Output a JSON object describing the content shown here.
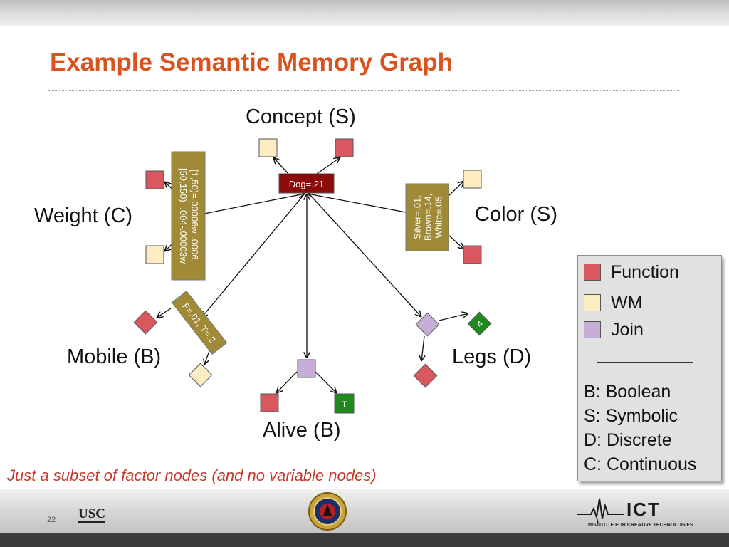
{
  "slide": {
    "title": "Example Semantic Memory Graph",
    "page_number": "22",
    "footnote": "Just a subset of factor nodes (and no variable nodes)"
  },
  "graph": {
    "center_node": "Dog=.21",
    "variables": {
      "concept": "Concept (S)",
      "weight": "Weight (C)",
      "color": "Color (S)",
      "mobile": "Mobile (B)",
      "alive": "Alive (B)",
      "legs": "Legs (D)"
    },
    "edge_labels": {
      "weight_line1": "[1,50)=.00006w-.0006,",
      "weight_line2": "[50,150)=.004-.00003w",
      "color_line1": "Silver=.01,",
      "color_line2": "Brown=.14,",
      "color_line3": "White=.05",
      "mobile": "F=.01, T=.2"
    },
    "value_nodes": {
      "alive_value": "T",
      "legs_value": "4"
    }
  },
  "legend": {
    "items": [
      {
        "label": "Function",
        "color": "#d9575e"
      },
      {
        "label": "WM",
        "color": "#fdebc2"
      },
      {
        "label": "Join",
        "color": "#c7aed6"
      }
    ],
    "definitions": [
      "B: Boolean",
      "S: Symbolic",
      "D: Discrete",
      "C: Continuous"
    ]
  },
  "colors": {
    "title": "#d9531e",
    "center_node": "#8b0a0a",
    "edge_label_box": "#a08a36",
    "value_node": "#1e8a1e",
    "footnote": "#c0392b"
  },
  "logos": {
    "left": "USC",
    "right": "ICT",
    "right_subtitle": "INSTITUTE FOR CREATIVE TECHNOLOGIES"
  }
}
